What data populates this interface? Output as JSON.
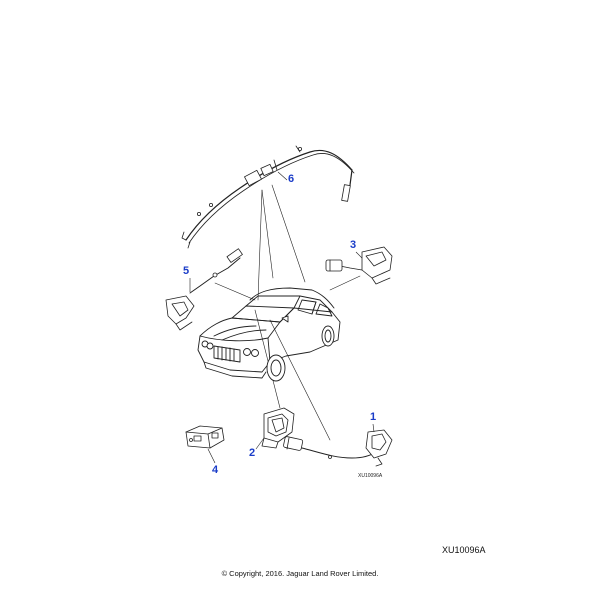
{
  "callouts": {
    "c1": "1",
    "c2": "2",
    "c3": "3",
    "c4": "4",
    "c5": "5",
    "c6": "6"
  },
  "inner_ref": "XU10096A",
  "ref_code": "XU10096A",
  "copyright": "© Copyright, 2016. Jaguar Land Rover Limited.",
  "colors": {
    "callout": "#1a3cc8",
    "line": "#222222"
  },
  "parts": [
    {
      "label": "1",
      "icon": "sensor-with-harness-icon"
    },
    {
      "label": "2",
      "icon": "mounting-bracket-icon"
    },
    {
      "label": "3",
      "icon": "module-with-connector-icon"
    },
    {
      "label": "4",
      "icon": "sensor-module-icon"
    },
    {
      "label": "5",
      "icon": "sensor-with-lead-icon"
    },
    {
      "label": "6",
      "icon": "wiring-harness-icon"
    }
  ]
}
